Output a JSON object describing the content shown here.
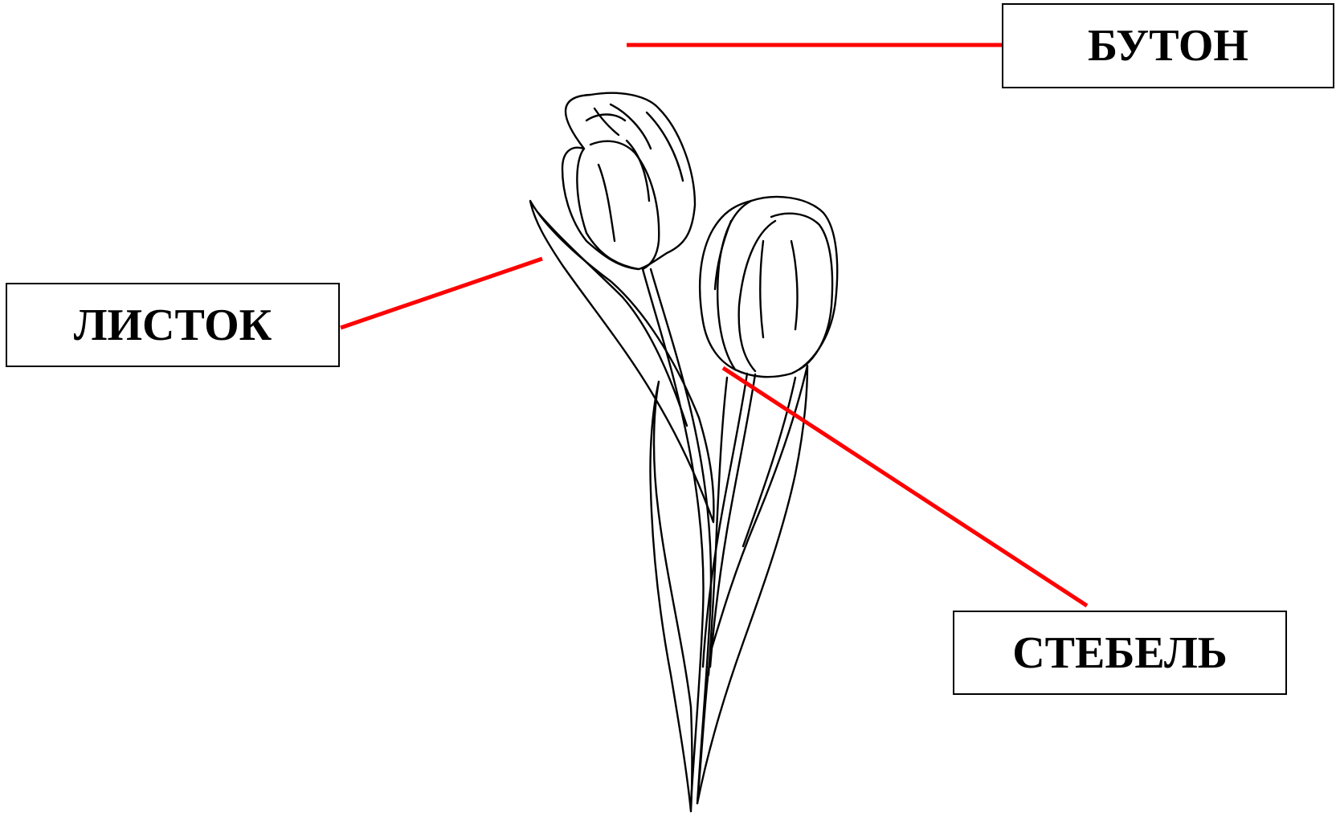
{
  "labels": {
    "bud": "БУТОН",
    "leaf": "ЛИСТОК",
    "stem": "СТЕБЕЛЬ"
  },
  "colors": {
    "pointer": "#ff0000",
    "outline": "#000000",
    "background": "#ffffff"
  },
  "illustration": "tulip-line-drawing"
}
